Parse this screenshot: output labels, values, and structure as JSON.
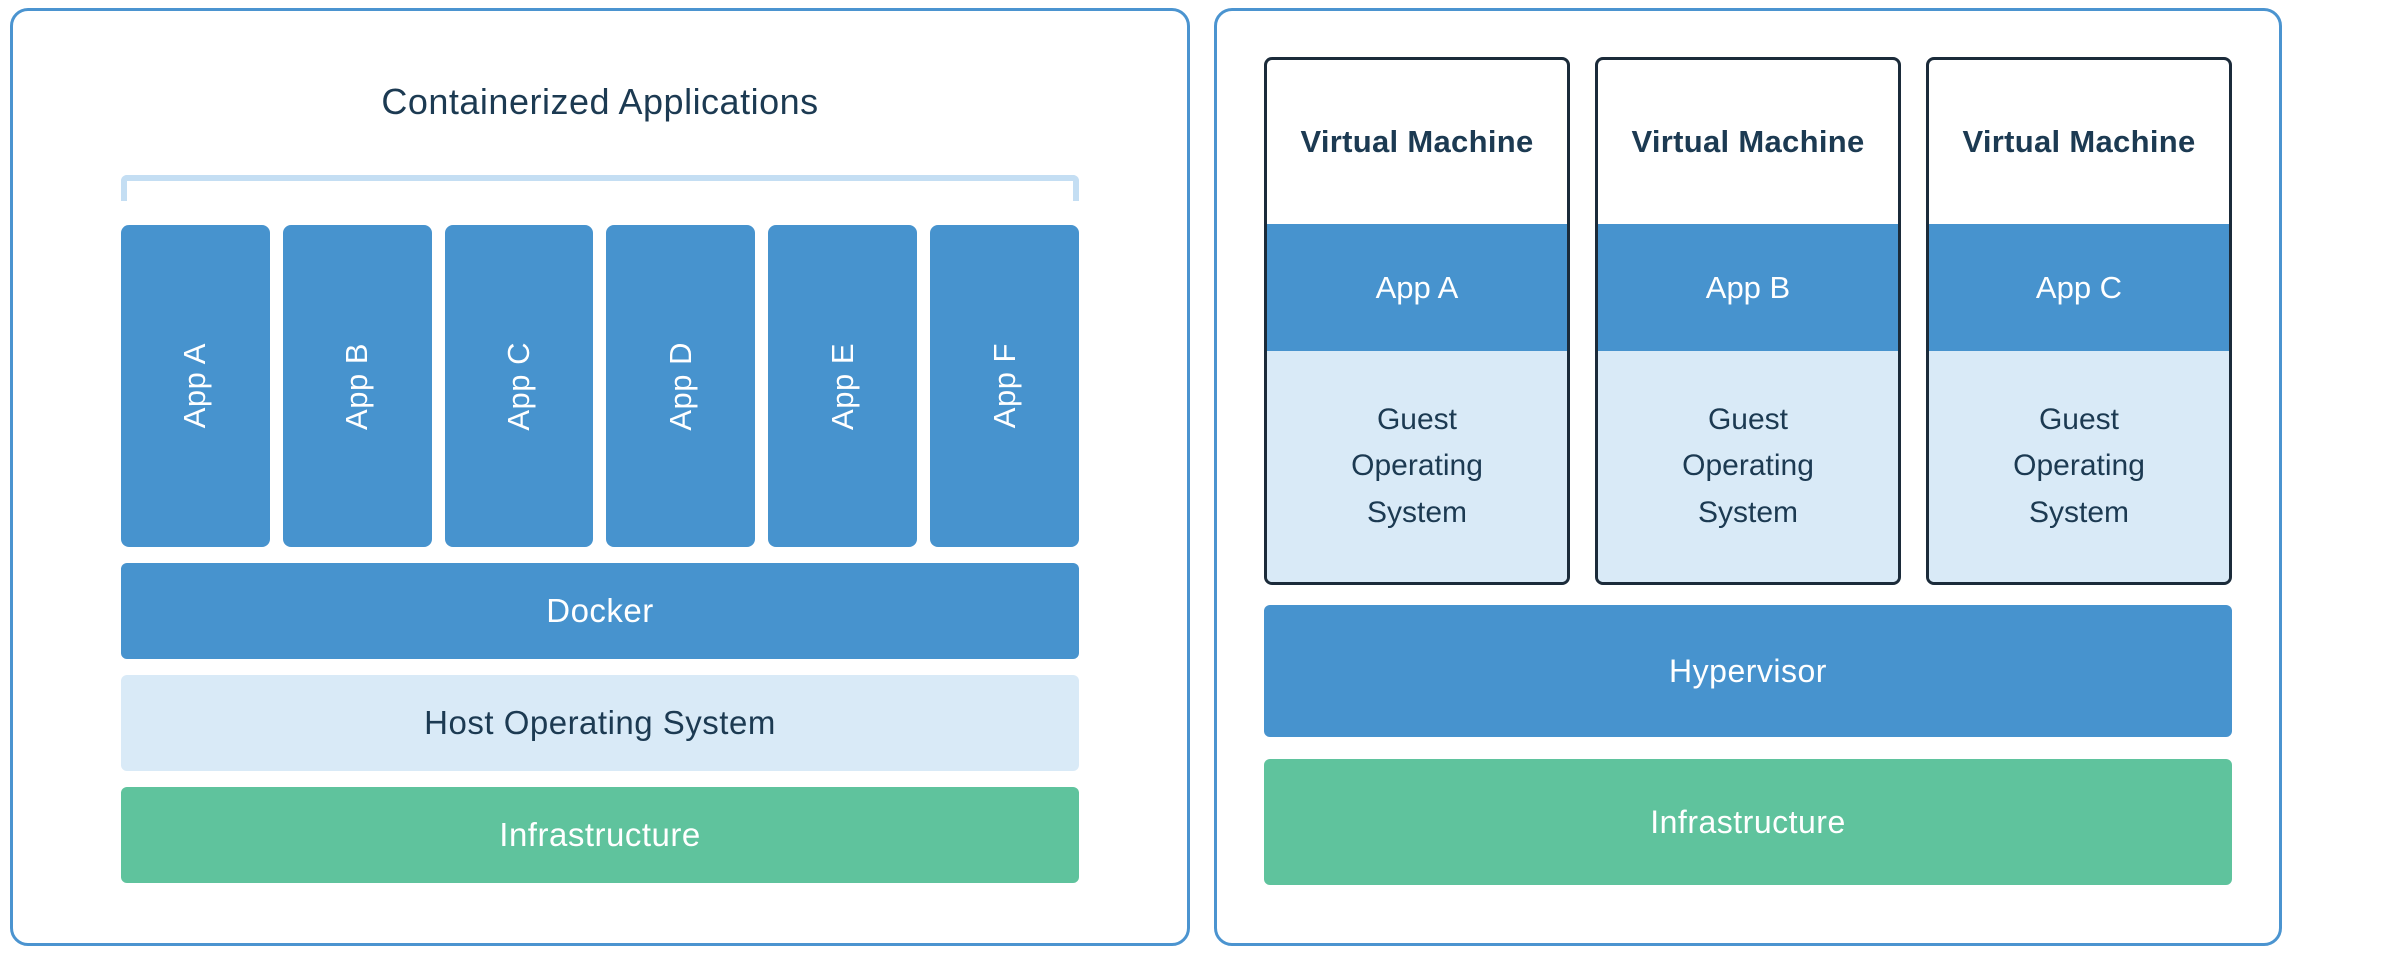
{
  "colors": {
    "blue": "#4793CE",
    "light_blue": "#D9EAF7",
    "green": "#5FC39D",
    "panel_border": "#4B94D0",
    "bracket": "#C4DEF3",
    "dark_text": "#1C3A52",
    "vm_border": "#1B2B3A"
  },
  "left_panel": {
    "title": "Containerized Applications",
    "apps": [
      "App A",
      "App B",
      "App C",
      "App D",
      "App E",
      "App F"
    ],
    "docker_label": "Docker",
    "host_os_label": "Host Operating System",
    "infrastructure_label": "Infrastructure"
  },
  "right_panel": {
    "vms": [
      {
        "title": "Virtual Machine",
        "app": "App A",
        "guest_os": "Guest Operating System"
      },
      {
        "title": "Virtual Machine",
        "app": "App B",
        "guest_os": "Guest Operating System"
      },
      {
        "title": "Virtual Machine",
        "app": "App C",
        "guest_os": "Guest Operating System"
      }
    ],
    "hypervisor_label": "Hypervisor",
    "infrastructure_label": "Infrastructure"
  }
}
